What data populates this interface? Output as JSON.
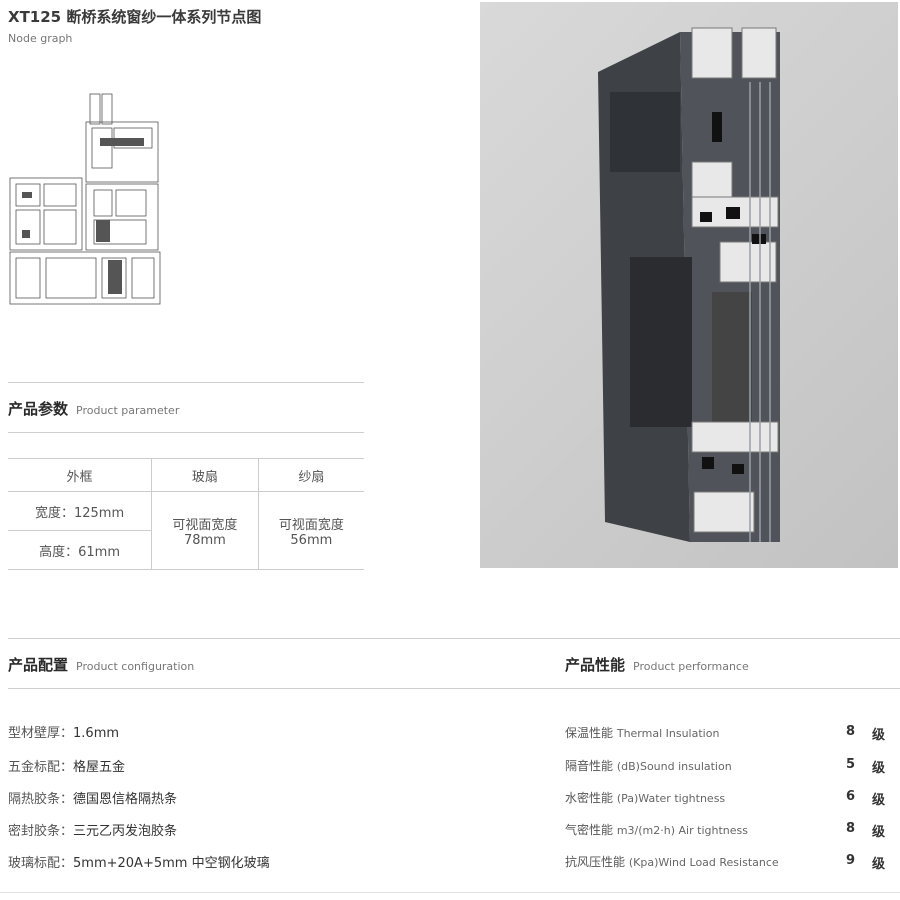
{
  "header": {
    "title": "XT125 断桥系统窗纱一体系列节点图",
    "subtitle": "Node graph"
  },
  "parameter": {
    "title_zh": "产品参数",
    "title_en": "Product parameter",
    "columns": [
      "外框",
      "玻扇",
      "纱扇"
    ],
    "frame_width": "宽度：125mm",
    "frame_height": "高度：61mm",
    "glass_sash": [
      "可视面宽度",
      "78mm"
    ],
    "screen_sash": [
      "可视面宽度",
      "56mm"
    ]
  },
  "configuration": {
    "title_zh": "产品配置",
    "title_en": "Product configuration",
    "items": [
      {
        "key": "型材壁厚：",
        "value": "1.6mm"
      },
      {
        "key": "五金标配：",
        "value": "格屋五金"
      },
      {
        "key": "隔热胶条：",
        "value": "德国恩信格隔热条"
      },
      {
        "key": "密封胶条：",
        "value": "三元乙丙发泡胶条"
      },
      {
        "key": "玻璃标配：",
        "value": "5mm+20A+5mm 中空钢化玻璃"
      }
    ]
  },
  "performance": {
    "title_zh": "产品性能",
    "title_en": "Product performance",
    "items": [
      {
        "zh": "保温性能",
        "en": "Thermal Insulation",
        "value": "8",
        "unit": "级"
      },
      {
        "zh": "隔音性能",
        "en": "(dB)Sound insulation",
        "value": "5",
        "unit": "级"
      },
      {
        "zh": "水密性能",
        "en": "(Pa)Water tightness",
        "value": "6",
        "unit": "级"
      },
      {
        "zh": "气密性能",
        "en": "m3/(m2·h)  Air tightness",
        "value": "8",
        "unit": "级"
      },
      {
        "zh": "抗风压性能",
        "en": "(Kpa)Wind Load Resistance",
        "value": "9",
        "unit": "级"
      }
    ]
  },
  "colors": {
    "profile": "#4a4d51",
    "background": "#d2d2d2",
    "rule": "#cfcfcf"
  }
}
